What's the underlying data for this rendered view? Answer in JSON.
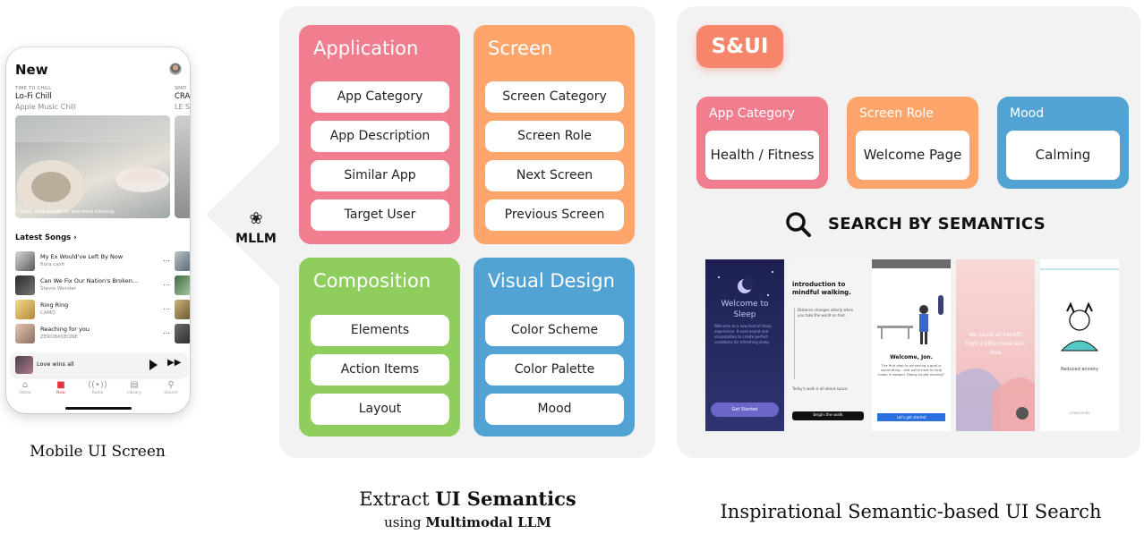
{
  "phone": {
    "title": "New",
    "kicker": "TIME TO CHILL",
    "playlist_title": "Lo-Fi Chill",
    "playlist_sub": "Apple Music Chill",
    "kicker2": "SPATI",
    "playlist2_title": "CRA",
    "playlist2_sub": "LE S",
    "hero_caption": "Hazy, easy sounds for lean-back listening.",
    "section": "Latest Songs",
    "songs": [
      {
        "title": "My Ex Would've Left By Now",
        "artist": "flora cash",
        "more": "..."
      },
      {
        "title": "Can We Fix Our Nation's Broken...",
        "artist": "Stevie Wonder",
        "more": "..."
      },
      {
        "title": "Ring Ring",
        "artist": "CAMO",
        "more": "..."
      },
      {
        "title": "Reaching for you",
        "artist": "ZEROBASEONE",
        "more": "..."
      }
    ],
    "now_playing": "Love wins all",
    "tabs": [
      {
        "label": "Home",
        "icon": "home-icon"
      },
      {
        "label": "New",
        "icon": "grid-icon"
      },
      {
        "label": "Radio",
        "icon": "radio-icon"
      },
      {
        "label": "Library",
        "icon": "library-icon"
      },
      {
        "label": "Search",
        "icon": "search-icon"
      }
    ]
  },
  "caption_mobile": "Mobile UI Screen",
  "mllm_label": "MLLM",
  "blocks": {
    "application": {
      "title": "Application",
      "items": [
        "App Category",
        "App Description",
        "Similar App",
        "Target User"
      ],
      "color": "#f07e8e"
    },
    "screen": {
      "title": "Screen",
      "items": [
        "Screen Category",
        "Screen Role",
        "Next Screen",
        "Previous Screen"
      ],
      "color": "#fda56b"
    },
    "composition": {
      "title": "Composition",
      "items": [
        "Elements",
        "Action Items",
        "Layout"
      ],
      "color": "#8fcd5c"
    },
    "visual_design": {
      "title": "Visual Design",
      "items": [
        "Color Scheme",
        "Color Palette",
        "Mood"
      ],
      "color": "#52a3d4"
    }
  },
  "caption_mid": {
    "line1_pre": "Extract ",
    "line1_bold": "UI Semantics",
    "line2_pre": "using ",
    "line2_bold": "Multimodal LLM"
  },
  "right": {
    "badge": "S&UI",
    "tags": [
      {
        "title": "App Category",
        "value": "Health / Fitness",
        "color": "#f07e8e"
      },
      {
        "title": "Screen Role",
        "value": "Welcome Page",
        "color": "#fda56b"
      },
      {
        "title": "Mood",
        "value": "Calming",
        "color": "#52a3d4"
      }
    ],
    "search_label": "SEARCH BY SEMANTICS",
    "results": [
      {
        "heading": "Welcome to Sleep",
        "body": "Welcome to a new kind of sleep experience. It uses sound and visualization to create perfect conditions for refreshing sleep.",
        "button": "Get Started"
      },
      {
        "heading": "introduction to mindful walking.",
        "body": "Distance changes utterly when you take the world on foot.",
        "button": "begin the walk",
        "footer": "Today's walk is all about space."
      },
      {
        "heading": "Welcome, Jon.",
        "body": "The first step to achieving a goal is committing - and we're here to help make it happen. Ready to get moving?",
        "button": "Let's get started"
      },
      {
        "heading": "We could all benefit from a little more self-love",
        "body": ""
      },
      {
        "heading": "Reduced anxiety",
        "body": "LEARN MORE"
      }
    ]
  },
  "caption_right": "Inspirational Semantic-based UI Search"
}
